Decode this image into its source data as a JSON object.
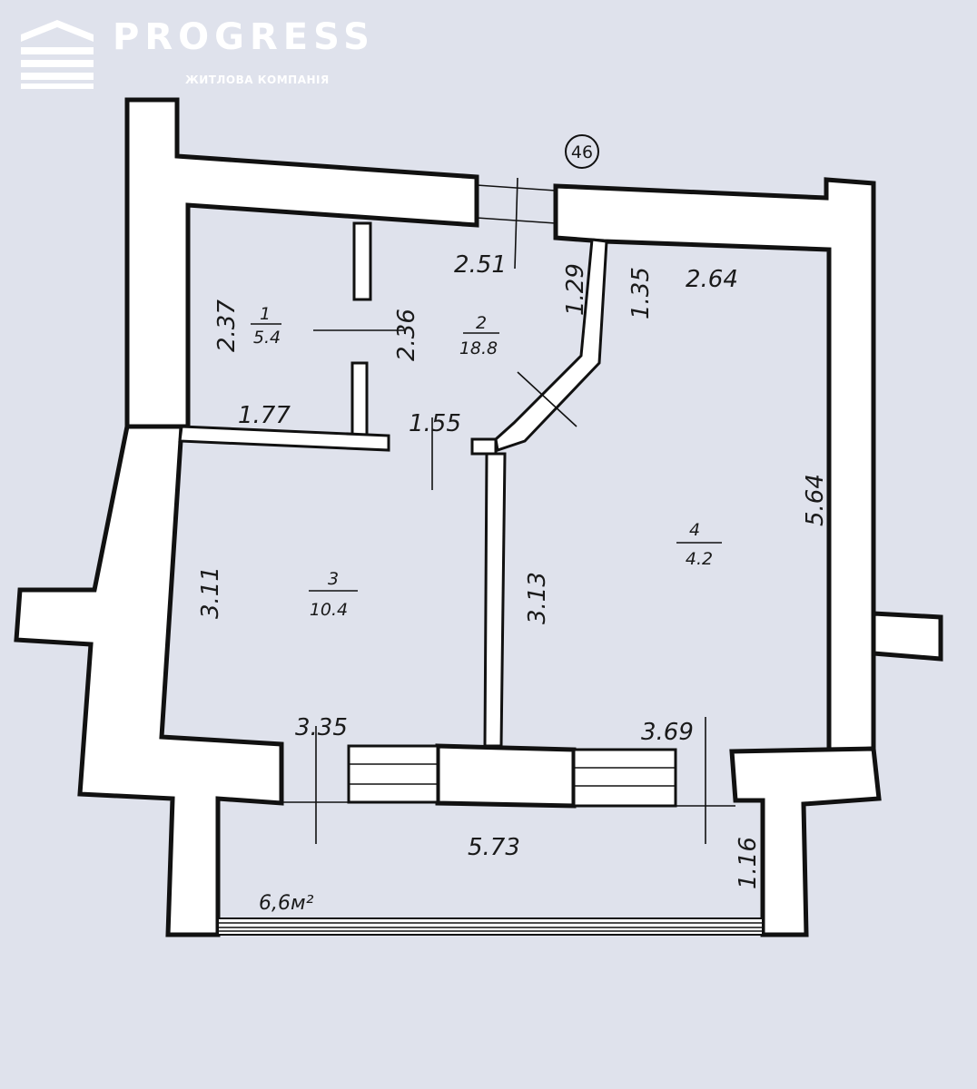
{
  "brand": {
    "name": "PROGRESS",
    "subtitle": "ЖИТЛОВА КОМПАНІЯ",
    "logo_icon": "building-stack-icon"
  },
  "plan": {
    "apartment_number": "46",
    "rooms": [
      {
        "number": "1",
        "area": "5.4"
      },
      {
        "number": "2",
        "area": "18.8"
      },
      {
        "number": "3",
        "area": "10.4"
      },
      {
        "number": "4",
        "area": "4.2"
      }
    ],
    "dimensions": {
      "entry_width": "2.51",
      "hall_diag_left": "1.29",
      "hall_diag_right": "1.35",
      "room2_width": "2.64",
      "room4_height": "2.37",
      "hall_height": "2.36",
      "room4_width": "1.77",
      "hall_width": "1.55",
      "room2_height": "5.64",
      "room3_height_left": "3.11",
      "room3_height_right": "3.13",
      "room3_width": "3.35",
      "room2_bottom_width": "3.69",
      "balcony_width": "5.73",
      "balcony_depth": "1.16"
    },
    "balcony_area": "6,6м²"
  },
  "colors": {
    "paper": "#dfe2ec",
    "wall_fill": "#ffffff",
    "line": "#111111",
    "brand_text": "#ffffff"
  }
}
